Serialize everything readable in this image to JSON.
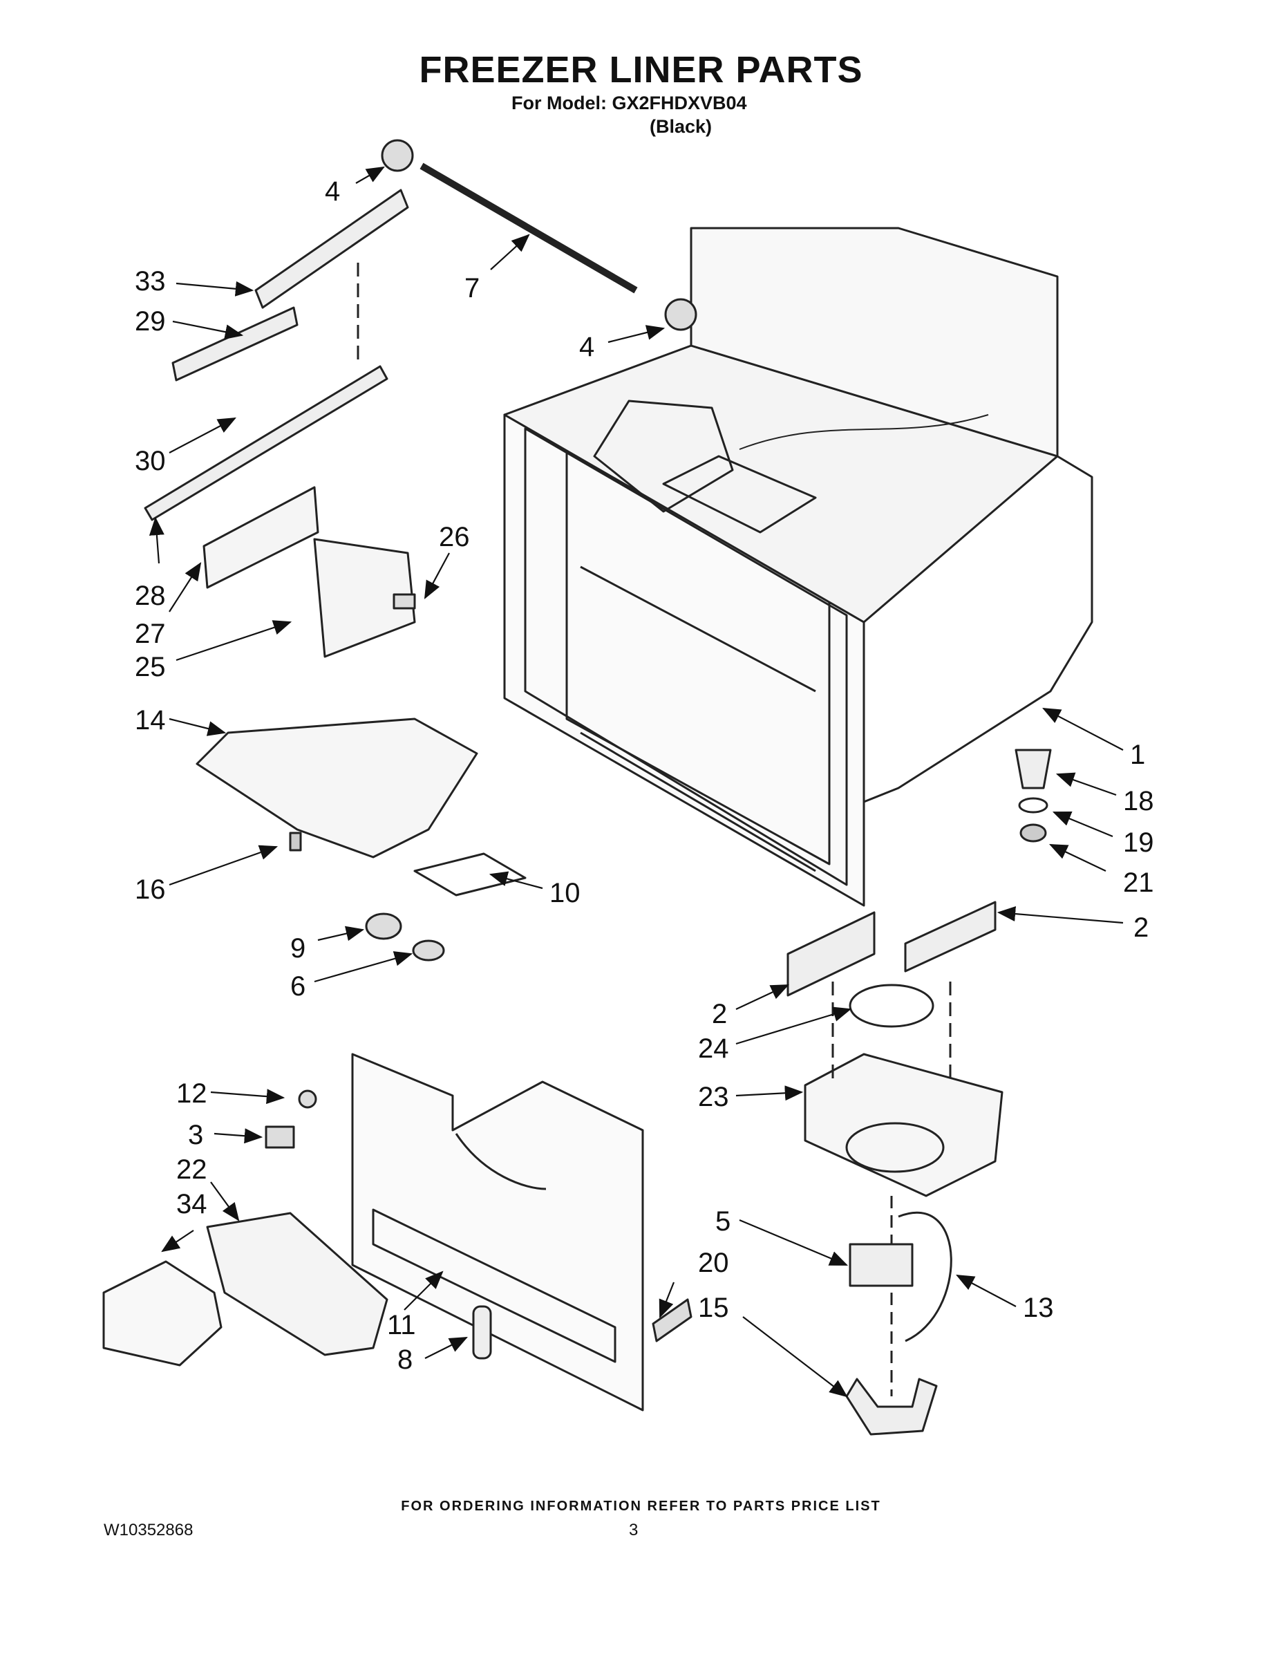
{
  "header": {
    "title": "FREEZER LINER PARTS",
    "model_line": "For Model: GX2FHDXVB04",
    "color_line": "(Black)"
  },
  "callouts": [
    "4",
    "33",
    "7",
    "29",
    "4",
    "30",
    "26",
    "28",
    "27",
    "25",
    "14",
    "1",
    "18",
    "19",
    "16",
    "10",
    "21",
    "9",
    "2",
    "6",
    "2",
    "24",
    "12",
    "23",
    "3",
    "22",
    "34",
    "5",
    "20",
    "13",
    "11",
    "15",
    "8"
  ],
  "footer": {
    "ordering_info": "FOR ORDERING INFORMATION REFER TO PARTS PRICE LIST",
    "doc_number": "W10352868",
    "page_number": "3"
  }
}
